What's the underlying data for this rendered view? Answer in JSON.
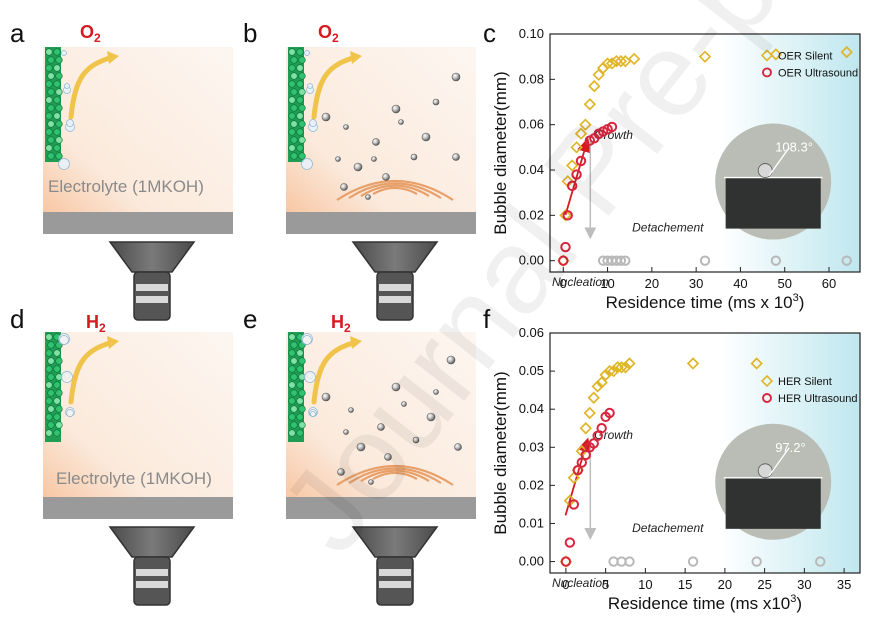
{
  "panels": {
    "a": {
      "label": "a",
      "gas": "O",
      "gas_sub": "2",
      "electrolyte": "Electrolyte (1MKOH)"
    },
    "b": {
      "label": "b",
      "gas": "O",
      "gas_sub": "2"
    },
    "d": {
      "label": "d",
      "gas": "H",
      "gas_sub": "2",
      "electrolyte": "Electrolyte (1MKOH)"
    },
    "e": {
      "label": "e",
      "gas": "H",
      "gas_sub": "2"
    }
  },
  "watermark": "Journal Pre-proof",
  "colors": {
    "silent": "#e0b52a",
    "ultrasound": "#d7263d",
    "detach": "#b8b8b8",
    "arrow": "#d71920",
    "gas_label": "#d71920",
    "ultrasound_wave": "#e8a06a"
  },
  "chart_data": [
    {
      "panel": "c",
      "type": "scatter",
      "xlabel": "Residence time (ms x 10",
      "xlabel_sup": "3",
      "xlabel_end": ")",
      "ylabel": "Bubble diameter(mm)",
      "xlim": [
        -3,
        67
      ],
      "ylim": [
        -0.005,
        0.1
      ],
      "xticks": [
        "0",
        "10",
        "20",
        "30",
        "40",
        "50",
        "60"
      ],
      "yticks": [
        "0.00",
        "0.02",
        "0.04",
        "0.06",
        "0.08",
        "0.10"
      ],
      "legend_position": "top-right",
      "annotations": {
        "growth": "Growth",
        "detachment": "Detachement",
        "nucleation": "Nucleation",
        "contact_angle": "108.3°"
      },
      "series": [
        {
          "name": "OER Silent",
          "marker": "diamond",
          "x": [
            0,
            0.5,
            1,
            2,
            3,
            4,
            5,
            6,
            7,
            8,
            9,
            10,
            11,
            12,
            13,
            14,
            16,
            32,
            48,
            64
          ],
          "y": [
            0.0,
            0.02,
            0.035,
            0.042,
            0.05,
            0.056,
            0.06,
            0.069,
            0.077,
            0.082,
            0.085,
            0.087,
            0.087,
            0.088,
            0.088,
            0.088,
            0.089,
            0.09,
            0.091,
            0.092
          ]
        },
        {
          "name": "OER Ultrasound",
          "marker": "circle",
          "x": [
            0,
            0.5,
            1,
            2,
            3,
            4,
            6,
            7,
            8,
            9,
            10,
            11
          ],
          "y": [
            0.0,
            0.006,
            0.02,
            0.033,
            0.038,
            0.044,
            0.053,
            0.054,
            0.056,
            0.057,
            0.058,
            0.059
          ]
        },
        {
          "name": "",
          "marker": "circle",
          "role": "detached",
          "x": [
            9,
            10,
            11,
            12,
            13,
            14,
            32,
            48,
            64
          ],
          "y": [
            0,
            0,
            0,
            0,
            0,
            0,
            0,
            0,
            0
          ]
        }
      ]
    },
    {
      "panel": "f",
      "type": "scatter",
      "xlabel": "Residence time (ms x10",
      "xlabel_sup": "3",
      "xlabel_end": ")",
      "ylabel": "Bubble diameter(mm)",
      "xlim": [
        -2,
        37
      ],
      "ylim": [
        -0.003,
        0.06
      ],
      "xticks": [
        "0",
        "5",
        "10",
        "15",
        "20",
        "25",
        "30",
        "35"
      ],
      "yticks": [
        "0.00",
        "0.01",
        "0.02",
        "0.03",
        "0.04",
        "0.05",
        "0.06"
      ],
      "legend_position": "right",
      "annotations": {
        "growth": "Growth",
        "detachment": "Detachement",
        "nucleation": "Nucleation",
        "contact_angle": "97.2°"
      },
      "series": [
        {
          "name": "HER Silent",
          "marker": "diamond",
          "x": [
            0,
            0.5,
            1,
            1.5,
            2,
            2.5,
            3,
            3.5,
            4,
            4.5,
            5,
            5.5,
            6,
            6.5,
            7,
            7.5,
            8,
            16,
            24
          ],
          "y": [
            0.0,
            0.016,
            0.022,
            0.024,
            0.029,
            0.035,
            0.039,
            0.043,
            0.046,
            0.047,
            0.049,
            0.05,
            0.05,
            0.051,
            0.051,
            0.051,
            0.052,
            0.052,
            0.052
          ]
        },
        {
          "name": "HER Ultrasound",
          "marker": "circle",
          "x": [
            0,
            0.5,
            1,
            1.5,
            2,
            2.5,
            3,
            3.5,
            4,
            4.5,
            5,
            5.5
          ],
          "y": [
            0.0,
            0.005,
            0.015,
            0.024,
            0.026,
            0.028,
            0.03,
            0.031,
            0.033,
            0.035,
            0.038,
            0.039
          ]
        },
        {
          "name": "",
          "marker": "circle",
          "role": "detached",
          "x": [
            6,
            7,
            8,
            16,
            24,
            32
          ],
          "y": [
            0,
            0,
            0,
            0,
            0,
            0
          ]
        }
      ]
    }
  ]
}
